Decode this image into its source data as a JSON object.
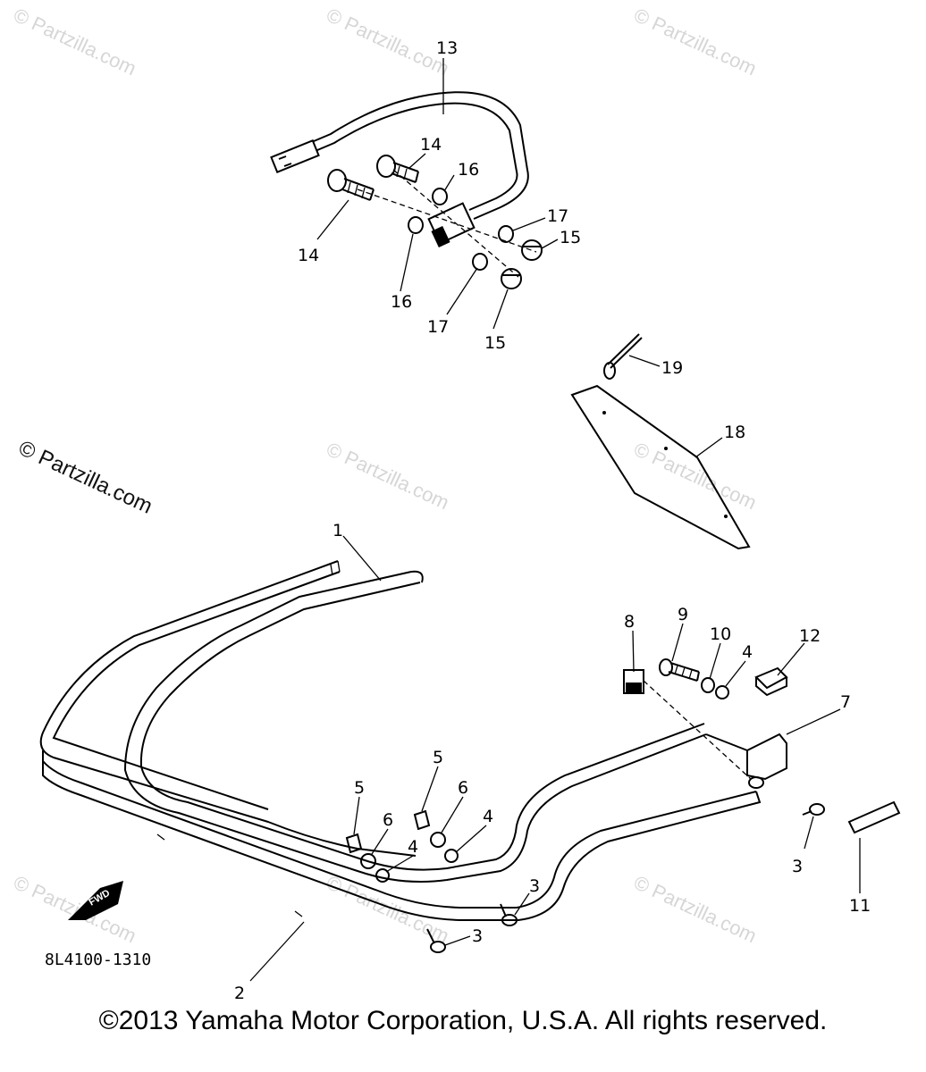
{
  "watermark": {
    "text": "© Partzilla.com"
  },
  "part_code": "8L4100-1310",
  "fwd_label": "FWD",
  "footer": "©2013  Yamaha Motor Corporation, U.S.A. All rights reserved.",
  "callouts": {
    "c1": "1",
    "c2": "2",
    "c3a": "3",
    "c3b": "3",
    "c3c": "3",
    "c4a": "4",
    "c4b": "4",
    "c4c": "4",
    "c5a": "5",
    "c5b": "5",
    "c6a": "6",
    "c6b": "6",
    "c7": "7",
    "c8": "8",
    "c9": "9",
    "c10": "10",
    "c11": "11",
    "c12": "12",
    "c13": "13",
    "c14a": "14",
    "c14b": "14",
    "c15a": "15",
    "c15b": "15",
    "c16a": "16",
    "c16b": "16",
    "c17a": "17",
    "c17b": "17",
    "c18": "18",
    "c19": "19"
  }
}
